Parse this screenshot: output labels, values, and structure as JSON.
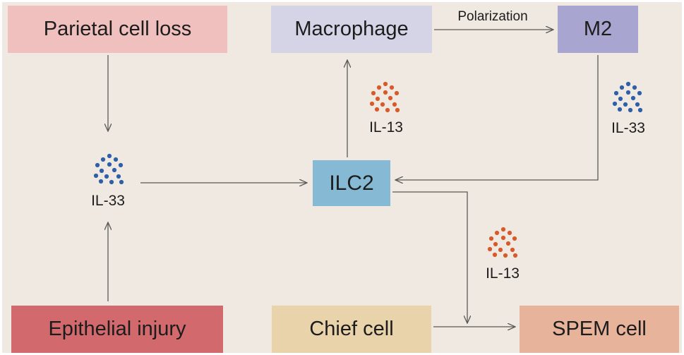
{
  "nodes": {
    "parietal": "Parietal cell loss",
    "macrophage": "Macrophage",
    "m2": "M2",
    "ilc2": "ILC2",
    "epithelial": "Epithelial injury",
    "chief": "Chief cell",
    "spem": "SPEM cell"
  },
  "edge_labels": {
    "polarization": "Polarization",
    "il33_left": "IL-33",
    "il13_top": "IL-13",
    "il33_right": "IL-33",
    "il13_bottom": "IL-13"
  },
  "colors": {
    "il33_dots": "#2e5fa8",
    "il13_dots": "#d85a2a",
    "arrow": "#5a5a54"
  }
}
